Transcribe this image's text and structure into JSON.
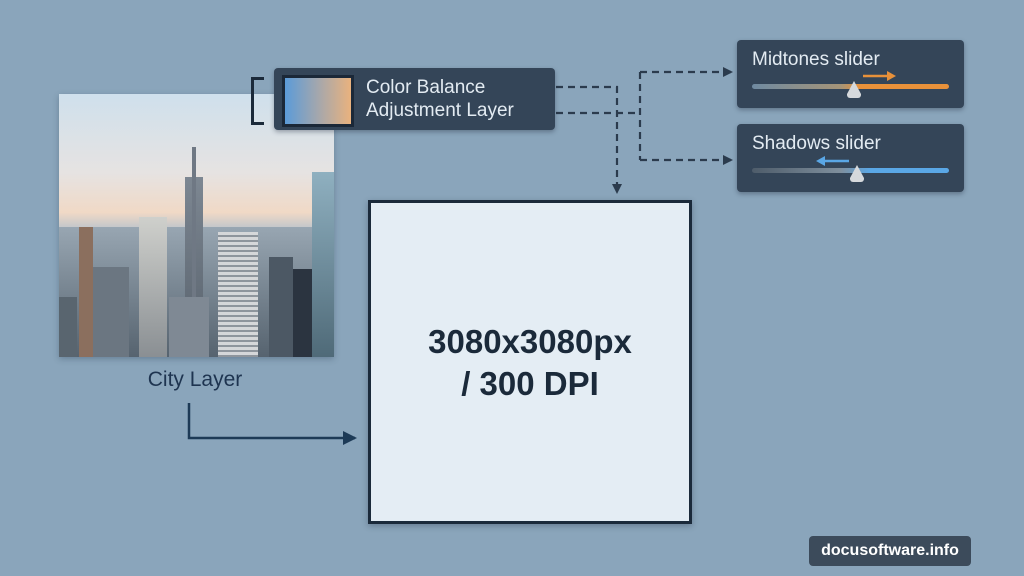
{
  "city_layer": {
    "label": "City Layer",
    "image_description": "Aerial city skyline photo"
  },
  "adjustment_layer": {
    "line1": "Color Balance",
    "line2": "Adjustment Layer",
    "swatch_colors": [
      "#5b9bd8",
      "#a4a7ad",
      "#e9b27e"
    ]
  },
  "sliders": [
    {
      "label": "Midtones slider",
      "direction": "right",
      "accent_color": "#e8913a",
      "thumb_position_pct": 51
    },
    {
      "label": "Shadows slider",
      "direction": "left",
      "accent_color": "#5aa7e6",
      "thumb_position_pct": 52
    }
  ],
  "canvas": {
    "line1": "3080x3080px",
    "line2": "/ 300 DPI"
  },
  "watermark": "docusoftware.info",
  "colors": {
    "background": "#8aa5bb",
    "panel": "#344558",
    "stroke": "#1b2a3a",
    "canvas": "#e4edf4"
  }
}
